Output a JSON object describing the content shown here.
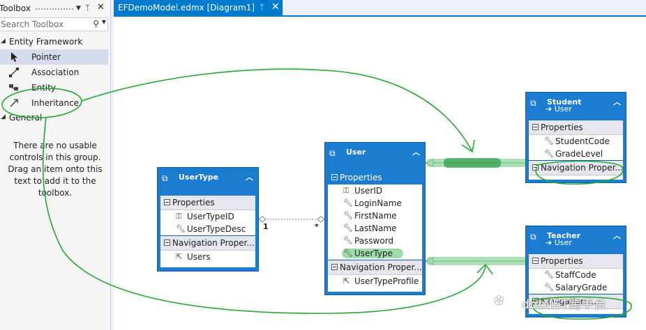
{
  "toolbox": {
    "title": "Toolbox",
    "search_placeholder": "Search Toolbox",
    "groups": [
      {
        "label": "Entity Framework",
        "items": [
          {
            "label": "Pointer",
            "icon": "pointer-icon",
            "selected": true
          },
          {
            "label": "Association",
            "icon": "association-icon"
          },
          {
            "label": "Entity",
            "icon": "entity-icon"
          },
          {
            "label": "Inheritance",
            "icon": "inheritance-icon"
          }
        ]
      },
      {
        "label": "General",
        "empty_note": "There are no usable controls in this group. Drag an item onto this text to add it to the toolbox."
      }
    ]
  },
  "document": {
    "tab_label": "EFDemoModel.edmx [Diagram1]",
    "tab_color": "#007acc"
  },
  "entities": {
    "usertype": {
      "name": "UserType",
      "properties_label": "Properties",
      "properties": [
        "UserTypeID",
        "UserTypeDesc"
      ],
      "nav_label": "Navigation Proper...",
      "nav_properties": [
        "Users"
      ]
    },
    "user": {
      "name": "User",
      "properties_label": "Properties",
      "properties": [
        "UserID",
        "LoginName",
        "FirstName",
        "LastName",
        "Password",
        "UserType"
      ],
      "nav_label": "Navigation Proper...",
      "nav_properties": [
        "UserTypeProfile"
      ]
    },
    "student": {
      "name": "Student",
      "base": "User",
      "properties_label": "Properties",
      "properties": [
        "StudentCode",
        "GradeLevel"
      ],
      "nav_label": "Navigation Proper..."
    },
    "teacher": {
      "name": "Teacher",
      "base": "User",
      "properties_label": "Properties",
      "properties": [
        "StaffCode",
        "SalaryGrade"
      ],
      "nav_label": "Navigation ..."
    }
  },
  "association": {
    "left_multiplicity": "1",
    "right_multiplicity": "*"
  },
  "colors": {
    "entity_header": "#1c7dd0",
    "annotation_green": "#22a833",
    "highlight_green": "#7ccf8c"
  },
  "watermark": "dotNET跨平台"
}
